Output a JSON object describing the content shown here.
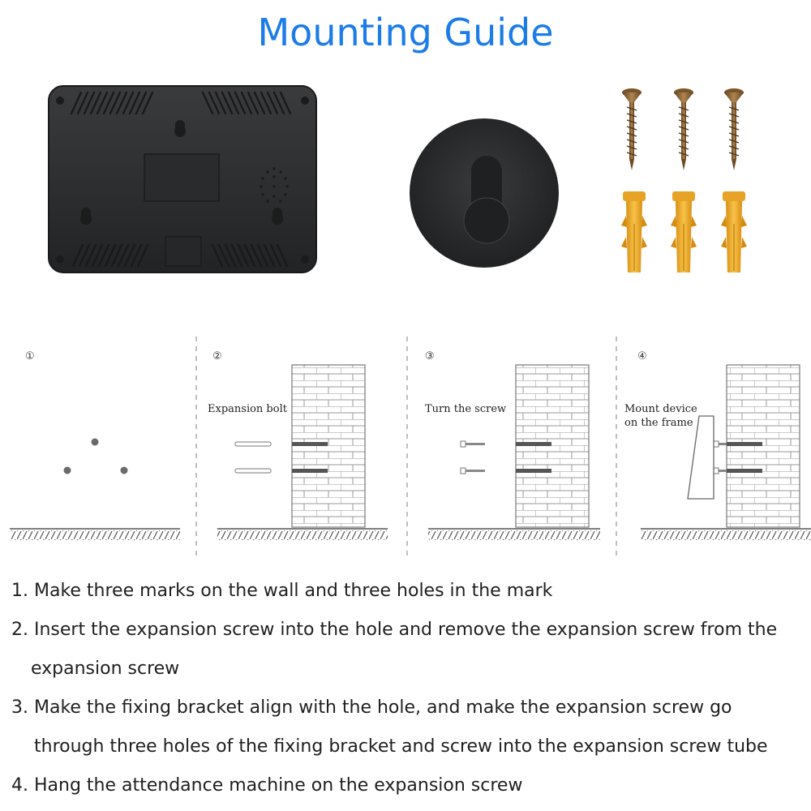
{
  "header": {
    "title": "Mounting Guide"
  },
  "steps": [
    {
      "number": "①",
      "label": ""
    },
    {
      "number": "②",
      "label": "Expansion bolt"
    },
    {
      "number": "③",
      "label": "Turn the screw"
    },
    {
      "number": "④",
      "label": "Mount device on the frame"
    }
  ],
  "instructions": {
    "line1": "1. Make three marks on the wall and three holes in the mark",
    "line2a": "2. Insert the expansion screw into the hole and remove the expansion screw from the",
    "line2b": "expansion screw",
    "line3a": "3. Make the fixing bracket align with the hole, and make the expansion screw go",
    "line3b": "through three holes of the fixing bracket and screw into the expansion screw tube",
    "line4": "4. Hang the attendance machine on the expansion screw"
  },
  "colors": {
    "title": "#1c7ce8",
    "device": "#2e2f31",
    "anchor": "#f2b233",
    "screw": "#8a6233"
  }
}
